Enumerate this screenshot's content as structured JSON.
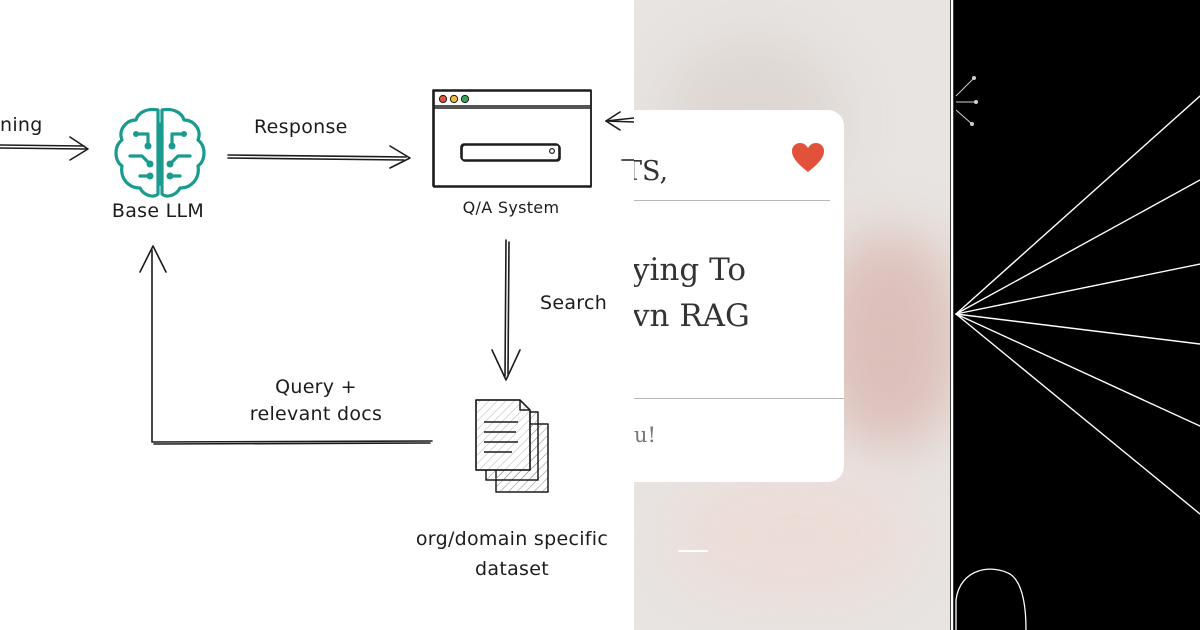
{
  "diagram": {
    "input_fragment": "ning",
    "base_llm": {
      "label": "Base LLM"
    },
    "response_label": "Response",
    "qa_system": {
      "label": "Q/A System"
    },
    "search_label": "Search",
    "query_label": [
      "Query +",
      "relevant docs"
    ],
    "dataset": {
      "label": [
        "org/domain specific",
        "dataset"
      ]
    },
    "brain_color": "#1a9b8f",
    "ink_color": "#1c1c1c"
  },
  "card": {
    "line1": "TS,",
    "line2": "ying To",
    "line3": "vn RAG",
    "footer": "u!",
    "heart_icon": "heart-icon",
    "heart_color": "#e2513a"
  }
}
